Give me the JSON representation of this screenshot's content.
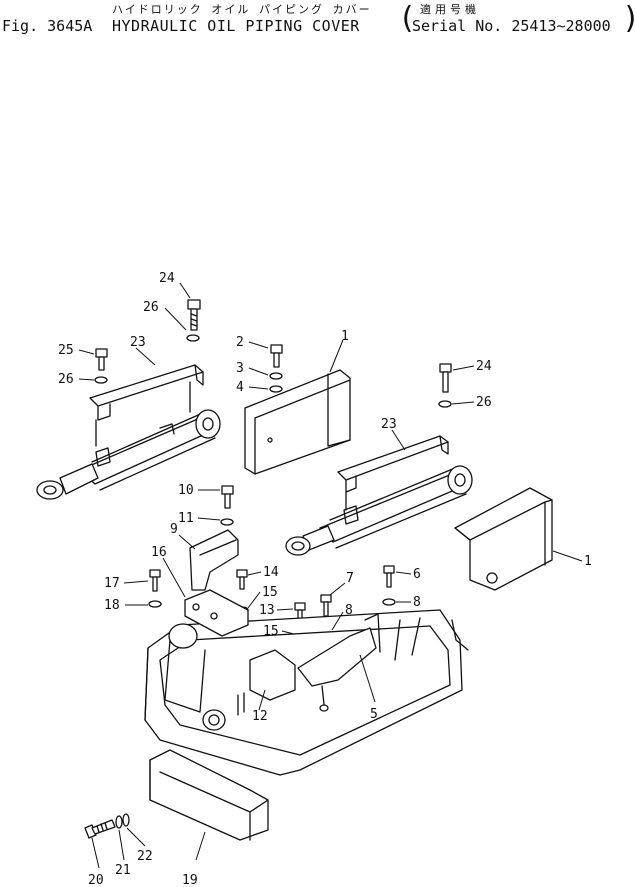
{
  "header": {
    "fig_label": "Fig. 3645A",
    "title_jp": "ハイドロリック オイル パイピング カバー",
    "title_en": "HYDRAULIC OIL PIPING COVER",
    "serial_jp": "適用号機",
    "serial_en": "Serial No. 25413~28000",
    "paren_open": "(",
    "paren_close": ")"
  },
  "callouts": {
    "c1a": "1",
    "c1b": "1",
    "c2": "2",
    "c3": "3",
    "c4": "4",
    "c5": "5",
    "c6": "6",
    "c7": "7",
    "c8a": "8",
    "c8b": "8",
    "c9": "9",
    "c10": "10",
    "c11": "11",
    "c12": "12",
    "c13": "13",
    "c14": "14",
    "c15a": "15",
    "c15b": "15",
    "c16": "16",
    "c17": "17",
    "c18": "18",
    "c19": "19",
    "c20": "20",
    "c21": "21",
    "c22": "22",
    "c23a": "23",
    "c23b": "23",
    "c24a": "24",
    "c24b": "24",
    "c25": "25",
    "c26a": "26",
    "c26b": "26",
    "c26c": "26"
  }
}
